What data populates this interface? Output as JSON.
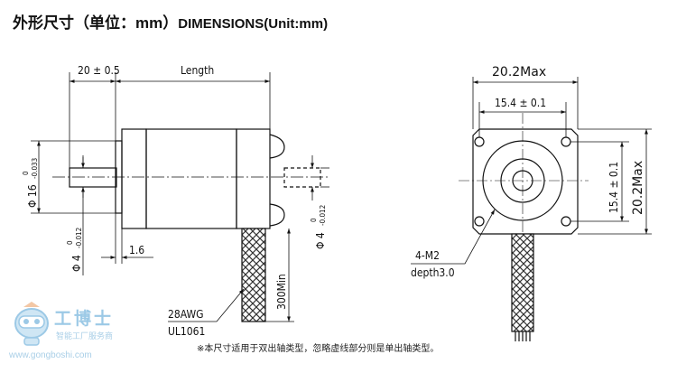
{
  "header": {
    "title_cn": "外形尺寸（单位：mm）",
    "title_en": "DIMENSIONS(Unit:mm)"
  },
  "side_view": {
    "flange_thickness": "20 ± 0.5",
    "length": "Length",
    "shaft_dia_left": "Φ 4",
    "shaft_dia_left_tol_upper": "0",
    "shaft_dia_left_tol_lower": "-0.012",
    "boss_dia": "Φ 16",
    "boss_dia_tol_upper": "0",
    "boss_dia_tol_lower": "-0.033",
    "boss_height": "1.6",
    "shaft_dia_right": "Φ 4",
    "shaft_dia_right_tol_upper": "0",
    "shaft_dia_right_tol_lower": "-0.012",
    "lead_length": "300Min",
    "wire_gauge": "28AWG",
    "wire_standard": "UL1061"
  },
  "front_view": {
    "outer_width": "20.2Max",
    "hole_spacing_h": "15.4 ± 0.1",
    "hole_spacing_v": "15.4 ± 0.1",
    "outer_height": "20.2Max",
    "mount_holes": "4-M2",
    "mount_depth": "depth3.0"
  },
  "footnote": "※本尺寸适用于双出轴类型，忽略虚线部分则是单出轴类型。",
  "watermark": {
    "brand": "工博士",
    "slogan": "智能工厂服务商",
    "url": "www.gongboshi.com"
  },
  "colors": {
    "line": "#111111",
    "watermark": "#9cc9e6"
  }
}
